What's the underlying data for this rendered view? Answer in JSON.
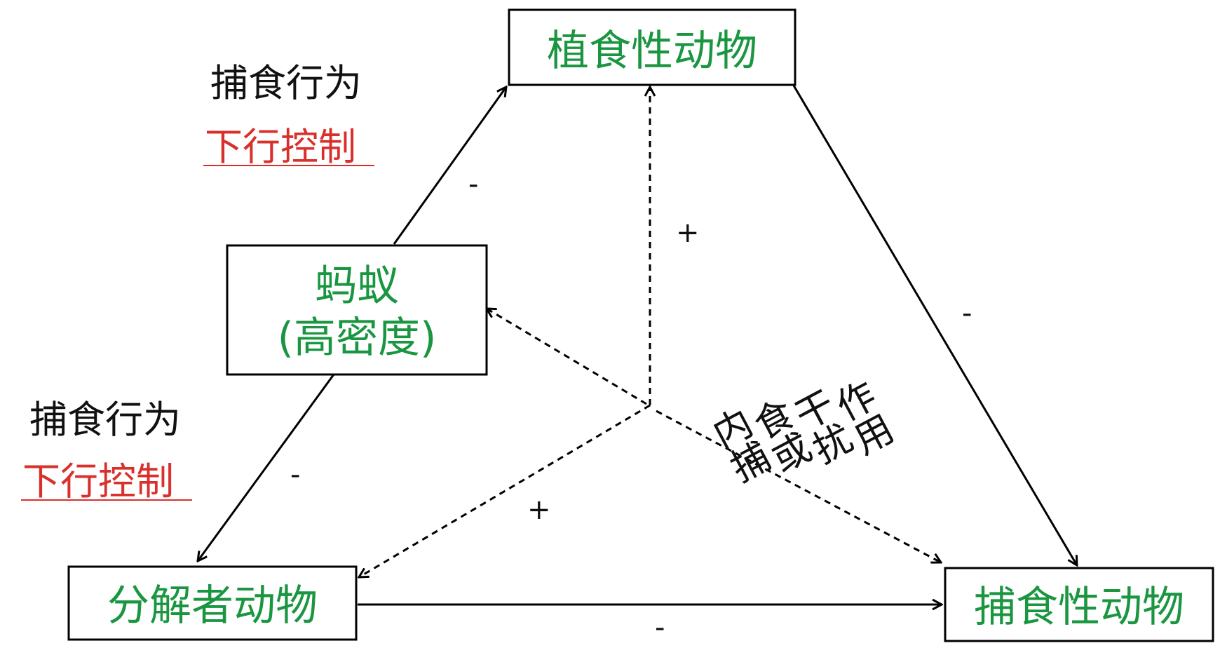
{
  "nodes": {
    "herbivore": "植食性动物",
    "ants_line1": "蚂蚁",
    "ants_line2": "(高密度)",
    "decomposer": "分解者动物",
    "predator": "捕食性动物"
  },
  "labels": {
    "predation_top": "捕食行为",
    "topdown_top": "下行控制",
    "predation_bottom": "捕食行为",
    "topdown_bottom": "下行控制",
    "intraguild_col1": "内捕",
    "intraguild_col2": "食或",
    "intraguild_col3": "干扰",
    "intraguild_col4": "作用"
  },
  "signs": {
    "ants_to_herbivore": "-",
    "ants_to_decomposer": "-",
    "herbivore_to_predator": "-",
    "decomposer_to_predator": "-",
    "center_to_herbivore": "+",
    "center_to_decomposer": "+"
  },
  "colors": {
    "node_text": "#1a9641",
    "highlight_text": "#d9302c",
    "line": "#000000"
  }
}
